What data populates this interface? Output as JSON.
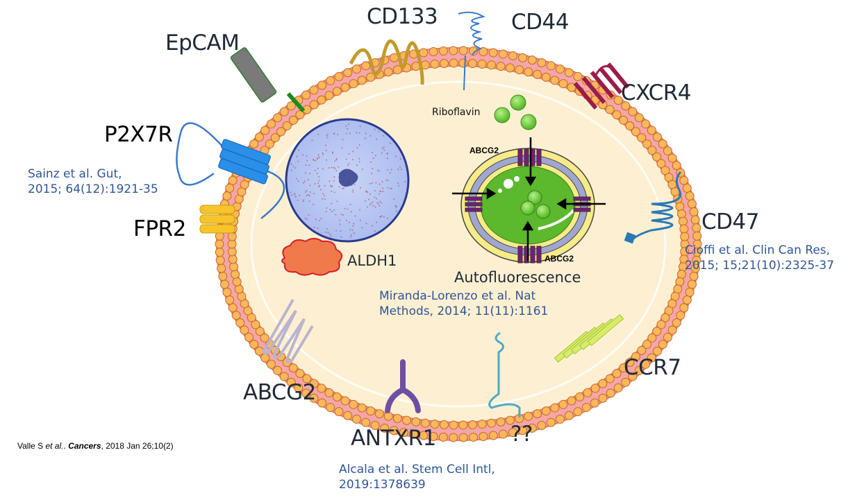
{
  "figure": {
    "title": "Cancer stem cell surface markers diagram",
    "markers": {
      "epcam": "EpCAM",
      "cd133": "CD133",
      "cd44": "CD44",
      "cxcr4": "CXCR4",
      "p2x7r": "P2X7R",
      "fpr2": "FPR2",
      "cd47": "CD47",
      "abcg2_membrane": "ABCG2",
      "antxr1": "ANTXR1",
      "unknown": "??",
      "ccr7": "CCR7"
    },
    "intracellular": {
      "aldh1": "ALDH1",
      "riboflavin": "Riboflavin",
      "abcg2_top": "ABCG2",
      "abcg2_bottom": "ABCG2",
      "autofluorescence": "Autofluorescence"
    },
    "references": {
      "sainz": [
        "Sainz et al. Gut,",
        "2015; 64(12):1921-35"
      ],
      "cioffi": [
        "Cioffi et al. Clin Can Res,",
        "2015; 15;21(10):2325-37"
      ],
      "miranda": [
        "Miranda-Lorenzo et al. Nat",
        "Methods, 2014; 11(11):1161"
      ],
      "alcala": [
        "Alcala et al. Stem Cell Intl,",
        "2019:1378639"
      ]
    },
    "citation": {
      "authors": "Valle S ",
      "etal": "et al.",
      "sep": ". ",
      "journal": "Cancers",
      "rest": ", 2018 Jan 26;10(2)"
    },
    "colors": {
      "reference_text": "#2f5597",
      "label_text": "#1f2a36",
      "membrane_head": "#f9b85a",
      "membrane_body": "#f4a6a8",
      "cytoplasm": "#fdf0d2",
      "nucleus": "#b7c6f2",
      "vesicle": "#5cb82c",
      "aldh1": "#f07a4c",
      "cxcr4": "#9c1c4a",
      "cd47": "#2a78b8",
      "ccr7": "#c8df5a",
      "antxr1": "#6f4fa3",
      "p2x7r": "#2a8fe8",
      "fpr2": "#f7c52a",
      "cd133": "#c39a2a"
    }
  }
}
